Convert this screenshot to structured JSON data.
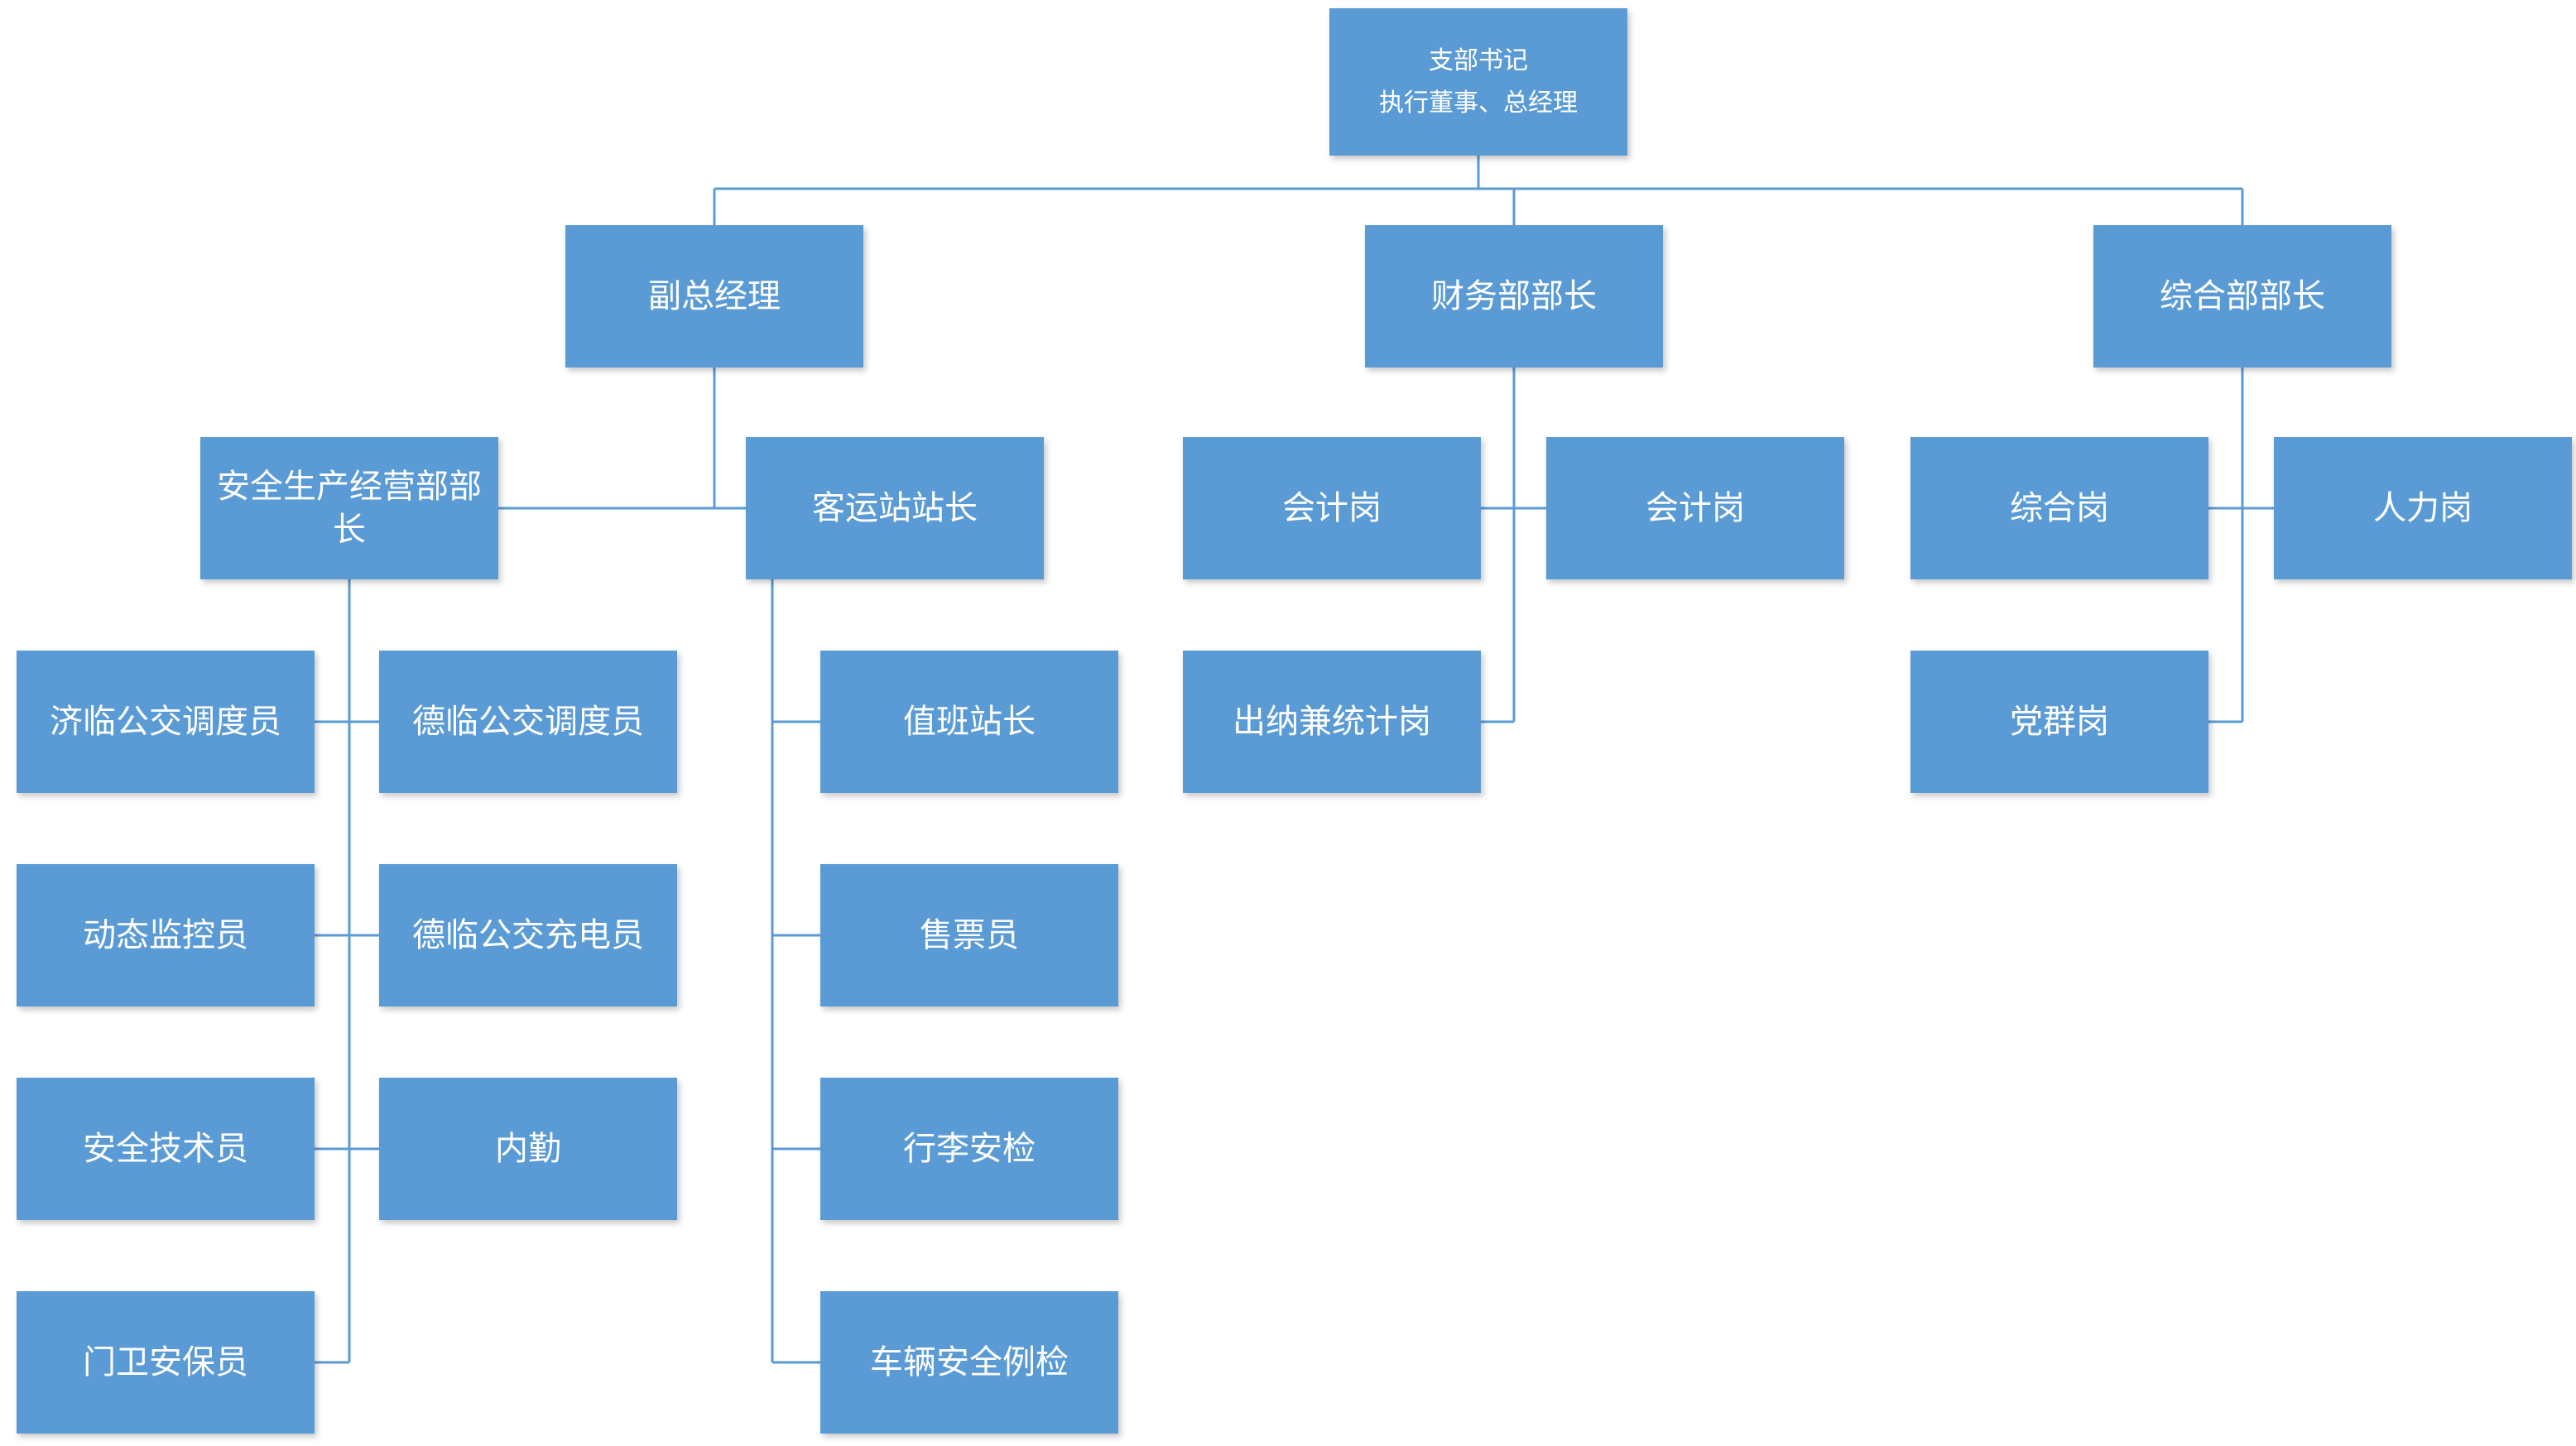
{
  "colors": {
    "box_fill": "#5B9BD5",
    "connector": "#5B9BD5",
    "text": "#FFFFFF",
    "background": "#FFFFFF"
  },
  "nodes": {
    "root": {
      "line1": "支部书记",
      "line2": "执行董事、总经理"
    },
    "deputy_gm": {
      "label": "副总经理"
    },
    "finance_head": {
      "label": "财务部部长"
    },
    "general_dept_head": {
      "label": "综合部部长"
    },
    "safety_ops_head": {
      "label": "安全生产经营部部长"
    },
    "station_master": {
      "label": "客运站站长"
    },
    "accountant_left": {
      "label": "会计岗"
    },
    "accountant_right": {
      "label": "会计岗"
    },
    "general_post": {
      "label": "综合岗"
    },
    "hr_post": {
      "label": "人力岗"
    },
    "jilin_bus_dispatcher": {
      "label": "济临公交调度员"
    },
    "delin_bus_dispatcher": {
      "label": "德临公交调度员"
    },
    "duty_station_master": {
      "label": "值班站长"
    },
    "cashier_statistics": {
      "label": "出纳兼统计岗"
    },
    "party_mass_post": {
      "label": "党群岗"
    },
    "dynamic_monitor": {
      "label": "动态监控员"
    },
    "delin_bus_charger": {
      "label": "德临公交充电员"
    },
    "ticket_seller": {
      "label": "售票员"
    },
    "safety_technician": {
      "label": "安全技术员"
    },
    "internal_clerk": {
      "label": "内勤"
    },
    "luggage_security_check": {
      "label": "行李安检"
    },
    "gate_security_guard": {
      "label": "门卫安保员"
    },
    "vehicle_safety_inspection": {
      "label": "车辆安全例检"
    }
  }
}
